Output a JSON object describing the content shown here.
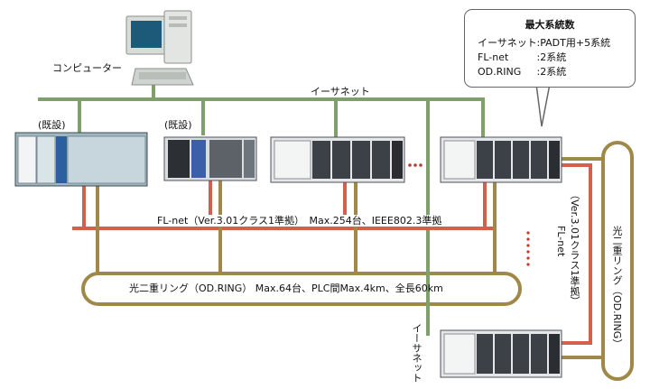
{
  "title": {
    "computer_label": "コンピューター"
  },
  "callout": {
    "title": "最大系統数",
    "rows": [
      {
        "name": "イーサネット",
        "value": ":PADT用+5系統"
      },
      {
        "name": "FL-net",
        "value": ":2系統"
      },
      {
        "name": "OD.RING",
        "value": ":2系統"
      }
    ]
  },
  "labels": {
    "ethernet_top": "イーサネット",
    "existing_1": "(既設)",
    "existing_2": "(既設)",
    "flnet_spec": "FL-net（Ver.3.01クラス1準拠）　Max.254台、IEEE802.3準拠",
    "odring_spec": "光二重リング（OD.RING）  Max.64台、PLC間Max.4km、全長60km",
    "flnet_vertical_1": "FL-net",
    "flnet_vertical_2": "（Ver.3.01クラス1準拠）",
    "odring_vertical": "光二重リング（OD.RING）",
    "ethernet_vertical": "イーサネット"
  },
  "colors": {
    "ethernet": "#7fa06a",
    "flnet": "#d2604d",
    "odring": "#a08848",
    "ellipsis": "#c0392b"
  },
  "icons": [
    "desktop-computer-icon",
    "plc-rack-icon"
  ]
}
